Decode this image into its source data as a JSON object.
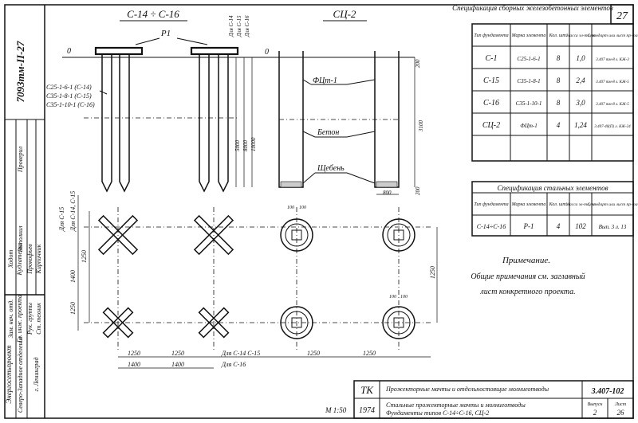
{
  "sheet": {
    "number": "27",
    "side_code": "7093тм-II-27",
    "scale": "М 1:50"
  },
  "views": {
    "elevation_left_title": "С-14 ÷ С-16",
    "elevation_right_title": "СЦ-2",
    "plan_left_title": "Для С-15",
    "plan_left_title2": "Для С-14, С-15",
    "plan_right_note1": "Для С-14 С-15",
    "plan_right_note2": "Для С-16"
  },
  "labels": {
    "p1": "Р1",
    "zero_left": "0",
    "zero_right": "0",
    "piles_1": "С25-1-6-1 (С-14)",
    "piles_2": "С35-1-8-1 (С-15)",
    "piles_3": "С35-1-10-1 (С-16)",
    "len_note1": "Для С-14",
    "len_note2": "Для С-15",
    "len_note3": "Для С-16",
    "fcp": "ФЦт-1",
    "beton": "Бетон",
    "shcheben": "Щебень",
    "d5000": "5000",
    "d8000": "8000",
    "d10000": "10000",
    "d3100": "3100",
    "d200a": "200",
    "d200b": "200",
    "d800": "800",
    "d100a": "100",
    "d100b": "100",
    "d100c": "100",
    "d100d": "100",
    "d1250a": "1250",
    "d1250b": "1250",
    "d1250c": "1250",
    "d1250d": "1250",
    "d1250e": "1250",
    "d1250f": "1250",
    "d1250g": "1250",
    "d1400a": "1400",
    "d1400b": "1400",
    "d1400c": "1400"
  },
  "spec1": {
    "title": "Спецификация сборных железобетонных элементов",
    "headers": [
      "Тип фундамента",
      "Марка элемента",
      "Кол. шт.",
      "Масса эл-та, т",
      "Стандарт или лист пр-та"
    ],
    "rows": [
      {
        "type": "С-1",
        "mark": "С25-1-6-1",
        "qty": "8",
        "mass": "1,0",
        "std": "3.407 тм-8 л. КЖ-3"
      },
      {
        "type": "С-15",
        "mark": "С35-1-8-1",
        "qty": "8",
        "mass": "2,4",
        "std": "3.407 тм-8 л. КЖ-5"
      },
      {
        "type": "С-16",
        "mark": "С35-1-10-1",
        "qty": "8",
        "mass": "3,0",
        "std": "3.407 тм-8 л. КЖ-5"
      },
      {
        "type": "СЦ-2",
        "mark": "ФЦт-1",
        "qty": "4",
        "mass": "1,24",
        "std": "3.407-40(П) л. КЖ-24"
      }
    ]
  },
  "spec2": {
    "title": "Спецификация стальных элементов",
    "headers": [
      "Тип фундамента",
      "Марка элемента",
      "Кол. шт.",
      "Масса эл-та, кг",
      "Стандарт или лист пр-та"
    ],
    "rows": [
      {
        "type": "С-14÷С-16",
        "mark": "Р-1",
        "qty": "4",
        "mass": "102",
        "std": "Вып. 3 л. 13"
      }
    ]
  },
  "note": {
    "title": "Примечание.",
    "line1": "Общие примечания см. заглавный",
    "line2": "лист конкретного проекта."
  },
  "stamp": {
    "org": "ТК",
    "year": "1974",
    "title1": "Прожекторные мачты и отдельностоящие молниеотводы",
    "title2": "Стальные прожекторные мачты и молниеотводы",
    "title3": "Фундаменты типов С-14÷С-16, СЦ-2",
    "code": "3.407-102",
    "issue_label": "Выпуск",
    "issue": "2",
    "sheet_label": "Лист",
    "sheet": "26"
  },
  "side": {
    "org1": "Энергосетьпроект",
    "org2": "Северо-Западное отделение",
    "city": "г. Ленинград",
    "r1": "Зам. нач. отд.",
    "r2": "Гл. инж. проекта",
    "r3": "Рук. группы",
    "r4": "Ст. техник",
    "n1": "Ходот",
    "n2": "Кудлатенко",
    "n3": "Прокофьев",
    "n4": "Кирпичник",
    "checked": "Проверил",
    "drew": "Выполнил"
  }
}
